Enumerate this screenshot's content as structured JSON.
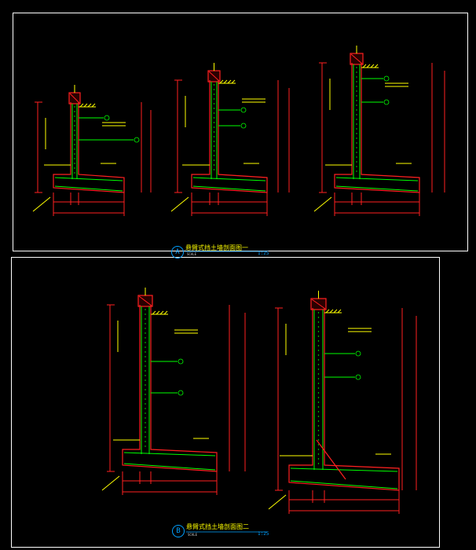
{
  "drawing_a": {
    "badge": "A",
    "title": "悬臂式挡土墙剖面图一",
    "scale": "1:25",
    "scale_label": "SCALE"
  },
  "drawing_b": {
    "badge": "B",
    "title": "悬臂式挡土墙剖面图二",
    "scale": "1:25",
    "scale_label": "SCALE"
  },
  "colors": {
    "background": "#000000",
    "frame": "#ffffff",
    "wall_outline": "#ff2020",
    "dimension": "#ff2020",
    "rebar": "#00ff00",
    "annotation": "#ffff00",
    "title_underline": "#00a0ff"
  }
}
